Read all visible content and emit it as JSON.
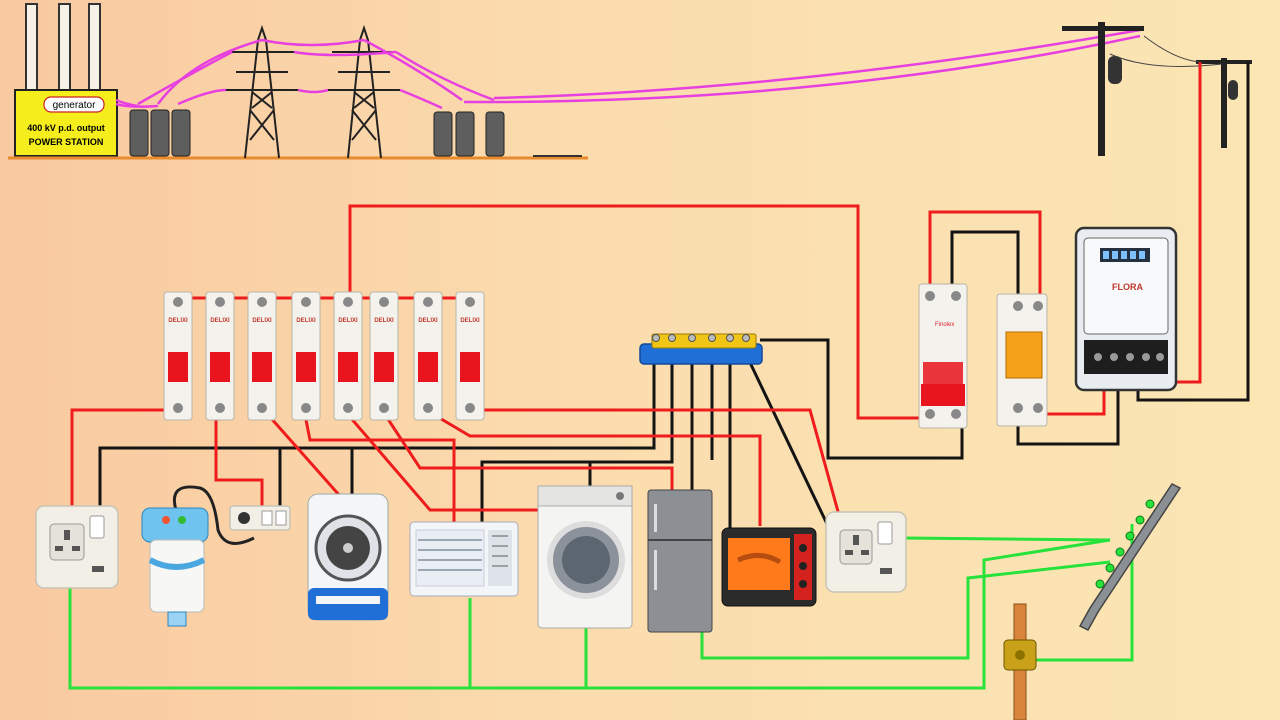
{
  "power_station": {
    "generator_label": "generator",
    "output_label": "400 kV p.d. output",
    "station_label": "POWER STATION"
  },
  "breakers": {
    "count": 8,
    "brand": "DELIXI"
  },
  "isolator_brand": "Finolex",
  "meter_brand": "FLORA",
  "appliances": [
    {
      "name": "socket-left"
    },
    {
      "name": "water-heater"
    },
    {
      "name": "switch-board"
    },
    {
      "name": "air-cooler"
    },
    {
      "name": "window-ac"
    },
    {
      "name": "washing-machine"
    },
    {
      "name": "refrigerator"
    },
    {
      "name": "oven-toaster"
    },
    {
      "name": "socket-right"
    }
  ],
  "colors": {
    "transmission": "#e83fe0",
    "live": "#ee1c1c",
    "neutral": "#141414",
    "earth": "#27e23a",
    "ground": "#e88a2e",
    "breaker_toggle": "#e8141e",
    "neutral_bar": "#1f6fd6",
    "copper": "#d9853b"
  }
}
